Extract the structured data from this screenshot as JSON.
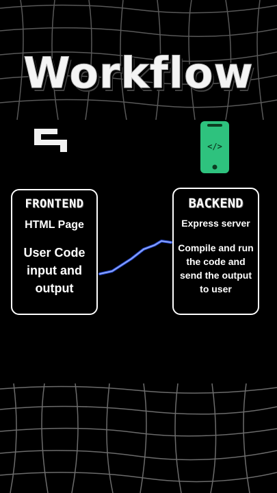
{
  "title": "Workflow",
  "icons": {
    "logo": "bracket-logo-icon",
    "phone": "code-phone-icon"
  },
  "colors": {
    "accent": "#2ec27e",
    "connector": "#4a7cff",
    "background": "#000000"
  },
  "frontend": {
    "heading": "FRONTEND",
    "subtitle": "HTML Page",
    "body": "User Code input and output"
  },
  "backend": {
    "heading": "BACKEND",
    "subtitle": "Express server",
    "body": "Compile and run the code and send the  output to user"
  }
}
